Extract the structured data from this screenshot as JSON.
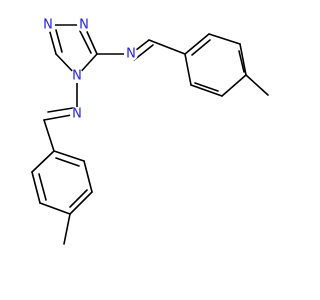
{
  "colors": {
    "background": "#ffffff",
    "bond": "#000000",
    "nitrogen": "#2020ff"
  },
  "atoms": {
    "n1": "N",
    "n2": "N",
    "n4": "N",
    "n_amine": "N",
    "n_imine": "N"
  }
}
